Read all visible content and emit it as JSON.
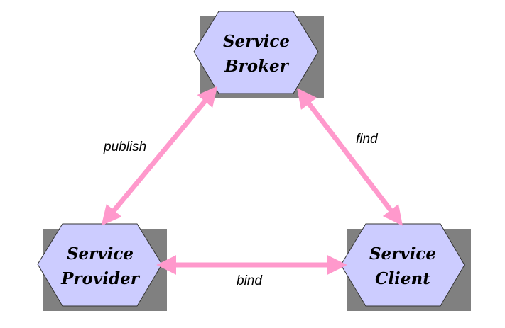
{
  "colors": {
    "hexagon_fill": "#ccccff",
    "shadow": "#808080",
    "arrow": "#ff99cc"
  },
  "nodes": {
    "broker": {
      "line1": "Service",
      "line2": "Broker"
    },
    "provider": {
      "line1": "Service",
      "line2": "Provider"
    },
    "client": {
      "line1": "Service",
      "line2": "Client"
    }
  },
  "edges": {
    "publish": {
      "label": "publish"
    },
    "find": {
      "label": "find"
    },
    "bind": {
      "label": "bind"
    }
  }
}
